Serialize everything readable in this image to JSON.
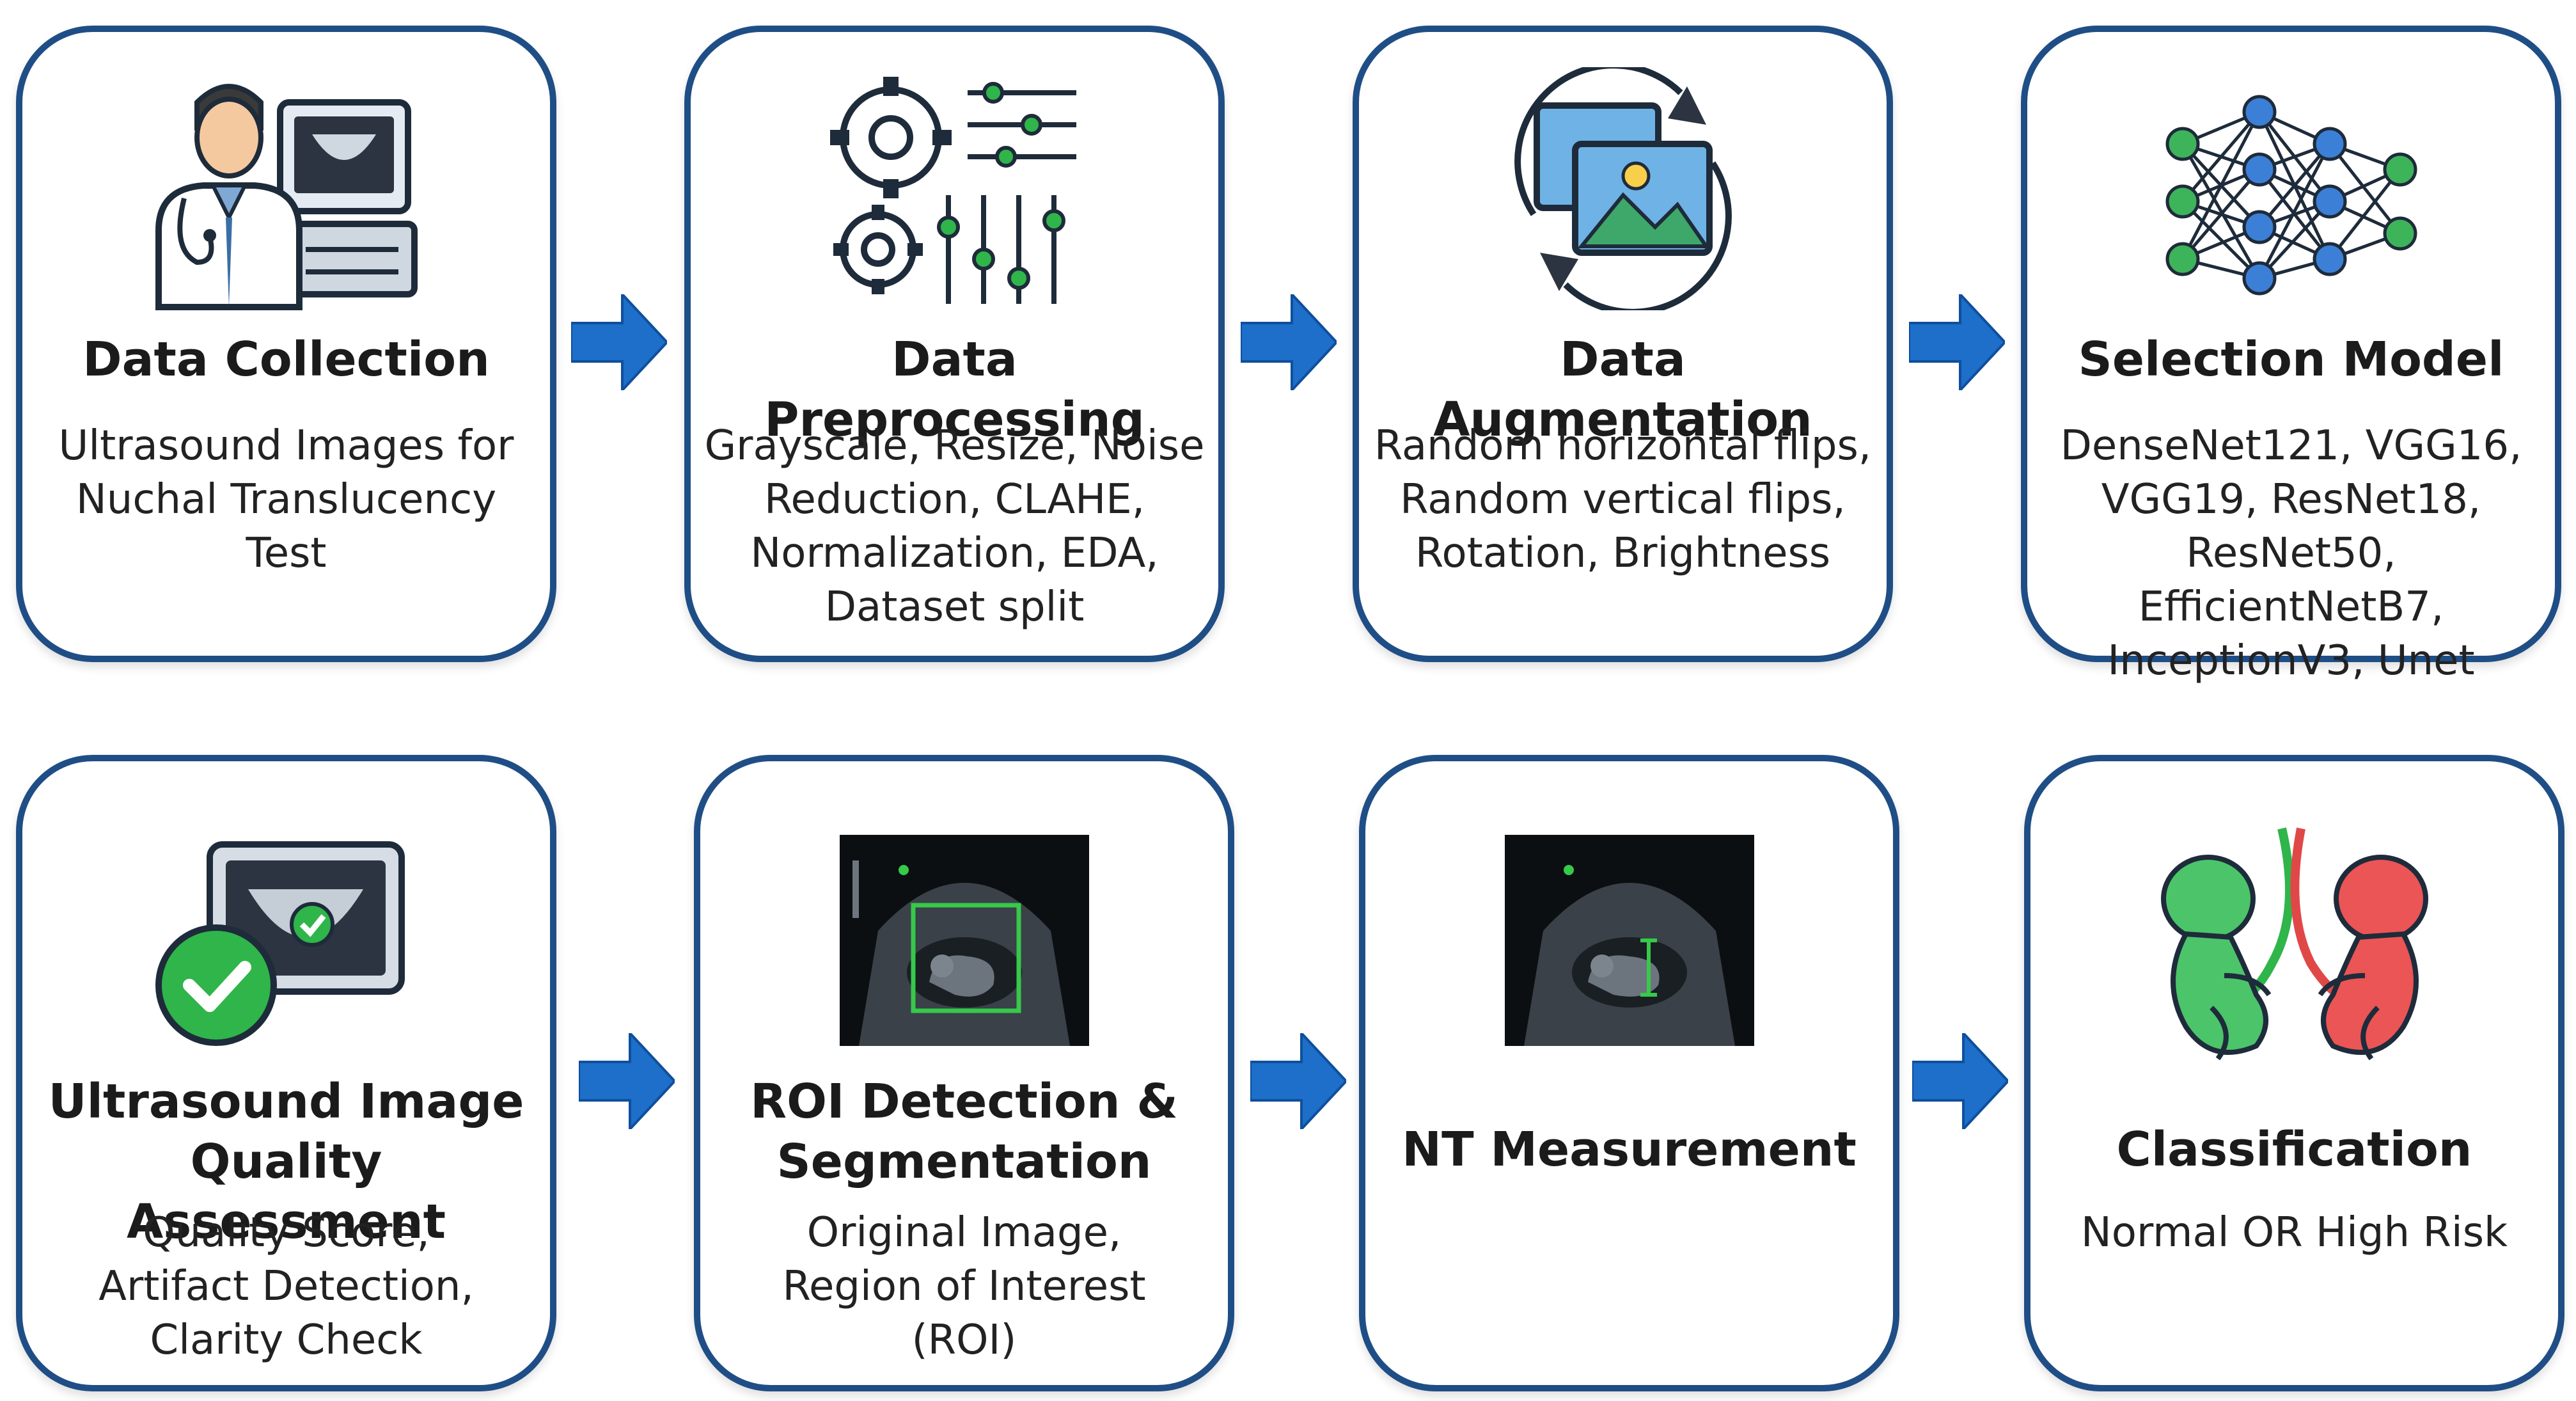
{
  "colors": {
    "border": "#1f4e86",
    "arrow": "#1d6fc9",
    "accent_green": "#2fb54a",
    "risk_red": "#e04848"
  },
  "steps_top": [
    {
      "title": "Data Collection",
      "desc": [
        "Ultrasound Images for",
        "Nuchal Translucency",
        "Test"
      ],
      "icon": "doctor-ultrasound-icon"
    },
    {
      "title": "Data Preprocessing",
      "desc": [
        "Grayscale, Resize, Noise",
        "Reduction, CLAHE,",
        "Normalization, EDA,",
        "Dataset split"
      ],
      "icon": "gears-sliders-icon"
    },
    {
      "title": "Data Augmentation",
      "desc": [
        "Random horizontal flips,",
        "Random vertical flips,",
        "Rotation, Brightness"
      ],
      "icon": "image-rotate-icon"
    },
    {
      "title": "Selection Model",
      "desc": [
        "DenseNet121, VGG16,",
        "VGG19, ResNet18,",
        "ResNet50, EfficientNetB7,",
        "InceptionV3, Unet"
      ],
      "icon": "neural-network-icon"
    }
  ],
  "steps_bottom": [
    {
      "title": [
        "Ultrasound Image",
        "Quality Assessment"
      ],
      "desc": [
        "Quality Score,",
        "Artifact Detection,",
        "Clarity Check"
      ],
      "icon": "monitor-check-icon"
    },
    {
      "title": [
        "ROI Detection &",
        "Segmentation"
      ],
      "desc": [
        "Original Image,",
        "Region of Interest",
        "(ROI)"
      ],
      "icon": "ultrasound-roi-icon"
    },
    {
      "title": [
        "NT Measurement"
      ],
      "desc": [],
      "icon": "ultrasound-measure-icon"
    },
    {
      "title": [
        "Classification"
      ],
      "desc": [
        "Normal OR High Risk"
      ],
      "icon": "fetus-pair-icon"
    }
  ]
}
